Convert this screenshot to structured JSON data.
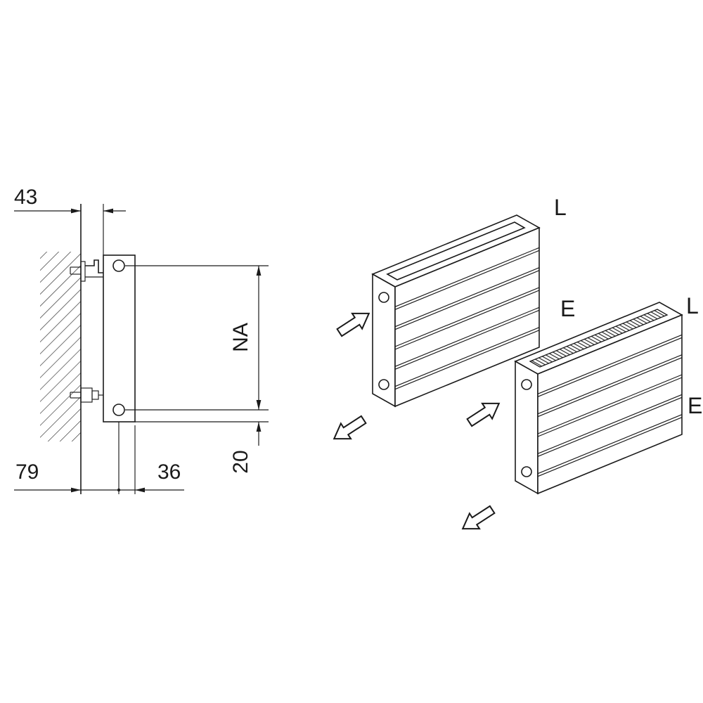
{
  "figure": {
    "background": "#ffffff",
    "line_color": "#1a1a1a",
    "side_view": {
      "dim_top": "43",
      "dim_height": "NA",
      "dim_depth_total": "79",
      "dim_depth_front": "36",
      "dim_bottom": "20"
    },
    "isometric_view": {
      "radiator_1": {
        "label_top": "L",
        "label_side": "E"
      },
      "radiator_2": {
        "label_top": "L",
        "label_side": "E"
      }
    }
  }
}
